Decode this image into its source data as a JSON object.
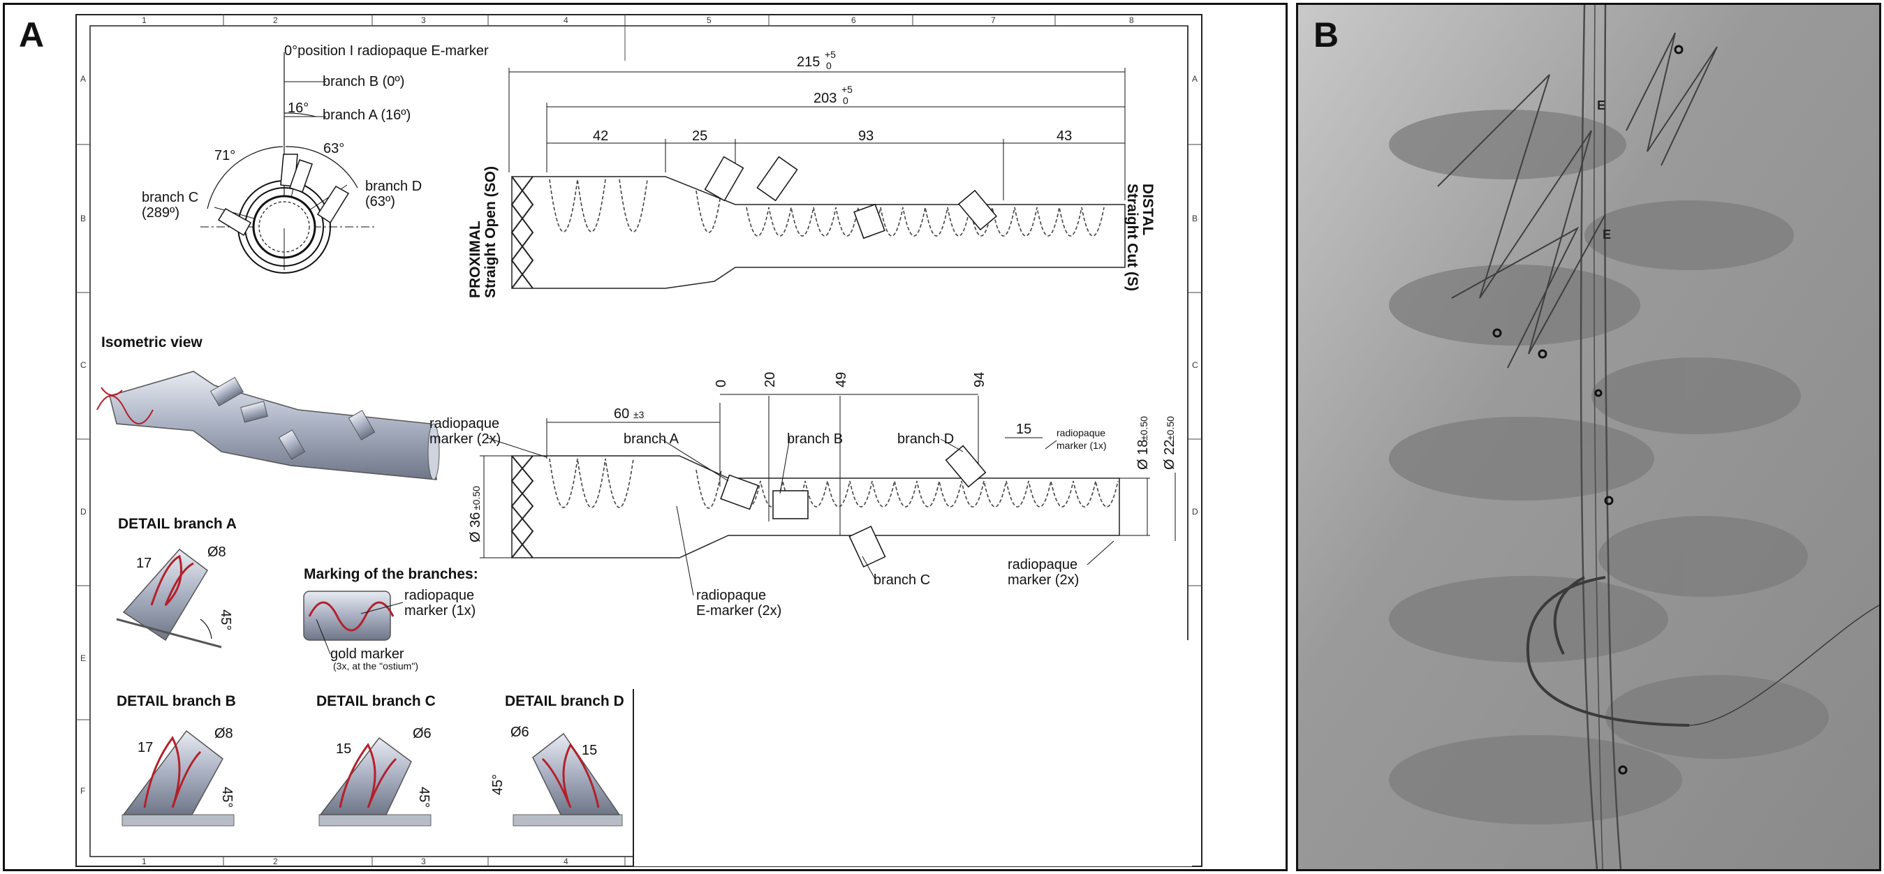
{
  "panels": {
    "a": {
      "letter": "A"
    },
    "b": {
      "letter": "B"
    }
  },
  "frame": {
    "top_numbers": [
      "1",
      "2",
      "3",
      "4",
      "5",
      "6",
      "7",
      "8"
    ],
    "bottom_numbers": [
      "1",
      "2",
      "3",
      "4"
    ],
    "side_letters": [
      "A",
      "B",
      "C",
      "D",
      "E",
      "F"
    ]
  },
  "top_view": {
    "marker_label": "0°position I radiopaque E-marker",
    "branch_b": "branch B (0º)",
    "branch_a": "branch A (16º)",
    "angle_16": "16°",
    "angle_71": "71°",
    "angle_63": "63°",
    "branch_c_1": "branch C",
    "branch_c_2": "(289º)",
    "branch_d_1": "branch D",
    "branch_d_2": "(63º)"
  },
  "side_view_top": {
    "total": "215",
    "total_tol_top": "+5",
    "total_tol_bot": "0",
    "inner": "203",
    "inner_tol_top": "+5",
    "inner_tol_bot": "0",
    "seg1": "42",
    "seg2": "25",
    "seg3": "93",
    "seg4": "43",
    "proximal_1": "PROXIMAL",
    "proximal_2": "Straight Open (SO)",
    "distal_1": "DISTAL",
    "distal_2": "Straight Cut (S)"
  },
  "iso": {
    "title": "Isometric view"
  },
  "side_view_bottom": {
    "pos0": "0",
    "pos20": "20",
    "pos49": "49",
    "pos94": "94",
    "len60": "60",
    "len60_tol": "±3",
    "len15": "15",
    "dia36": "Ø 36",
    "dia36_tol": "±0.50",
    "dia18": "Ø 18",
    "dia18_tol": "±0.50",
    "dia22": "Ø 22",
    "dia22_tol": "±0.50",
    "rm2x_1": "radiopaque",
    "rm2x_2": "marker (2x)",
    "branch_a": "branch A",
    "branch_b": "branch B",
    "branch_c": "branch C",
    "branch_d": "branch D",
    "rm1x_1": "radiopaque",
    "rm1x_2": "marker (1x)",
    "rme_1": "radiopaque",
    "rme_2": "E-marker (2x)",
    "rm2x_r_1": "radiopaque",
    "rm2x_r_2": "marker (2x)"
  },
  "details": {
    "a": {
      "title": "DETAIL branch A",
      "len": "17",
      "dia": "Ø8",
      "ang": "45°"
    },
    "b": {
      "title": "DETAIL branch B",
      "len": "17",
      "dia": "Ø8",
      "ang": "45°"
    },
    "c": {
      "title": "DETAIL branch C",
      "len": "15",
      "dia": "Ø6",
      "ang": "45°"
    },
    "d": {
      "title": "DETAIL branch D",
      "len": "15",
      "dia": "Ø6",
      "ang": "45°"
    }
  },
  "marking": {
    "title": "Marking of the branches:",
    "rm_1": "radiopaque",
    "rm_2": "marker (1x)",
    "gold_1": "gold marker",
    "gold_2": "(3x, at the \"ostium\")"
  },
  "fluoro": {
    "e_marker": "E",
    "bg_color": "#8a8a8a"
  },
  "colors": {
    "line": "#111111",
    "stent": "#333333",
    "graft_red": "#b3202a",
    "metal": "#a8aebd"
  }
}
